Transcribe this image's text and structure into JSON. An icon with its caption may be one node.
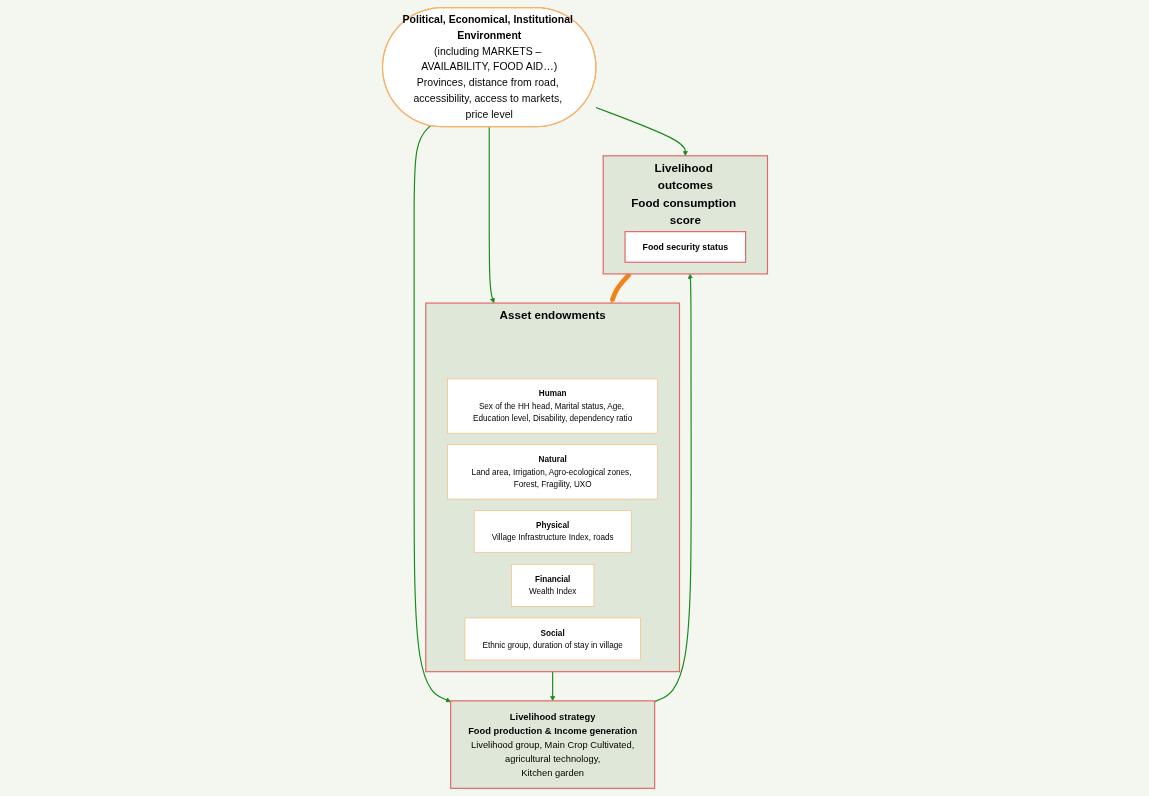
{
  "diagram": {
    "nodes": [
      {
        "text": [
          "Political, Economical, Institutional Environment",
          "(including MARKETS – AVAILABILITY, FOOD AID…)",
          "Provinces, distance from road, accessibility, access to markets, price level"
        ]
      },
      {
        "text": [
          "Asset endowments"
        ]
      },
      {
        "text": [
          "Human",
          "Sex of the HH head, Marital status, Age, Education level, Disability, dependency ratio"
        ],
        "in": 1
      },
      {
        "text": [
          "Natural",
          "Land area, Irrigation, Agro-ecological zones, Forest, Fragility, UXO"
        ],
        "in": 1
      },
      {
        "text": [
          "Physical",
          "Village Infrastructure Index, roads"
        ],
        "in": 1
      },
      {
        "text": [
          "Financial",
          "Wealth Index"
        ],
        "in": 1
      },
      {
        "text": [
          "Social",
          "Ethnic group, duration of stay in village"
        ],
        "in": 1
      },
      {
        "text": [
          "Livelihood strategy",
          "Food production & Income generation",
          "Livelihood group, Main Crop Cultivated,",
          "agricultural technology,",
          "Kitchen garden"
        ]
      },
      {
        "text": [
          "Livelihood outcomes",
          "Food consumption score"
        ]
      },
      {
        "text": [
          "Food security status"
        ],
        "in": 8
      }
    ],
    "edges": [
      {
        "from": 0,
        "to": 1,
        "arrow": "to"
      },
      {
        "from": 0,
        "to": 7,
        "arrow": "to"
      },
      {
        "from": 0,
        "to": 8,
        "arrow": "to"
      },
      {
        "from": 1,
        "to": 7,
        "arrow": "to"
      },
      {
        "from": 7,
        "to": 8,
        "arrow": "to"
      },
      {
        "from": 8,
        "to": 1,
        "arrow": "to",
        "style": "thick",
        "color": "#f0841a"
      }
    ]
  }
}
